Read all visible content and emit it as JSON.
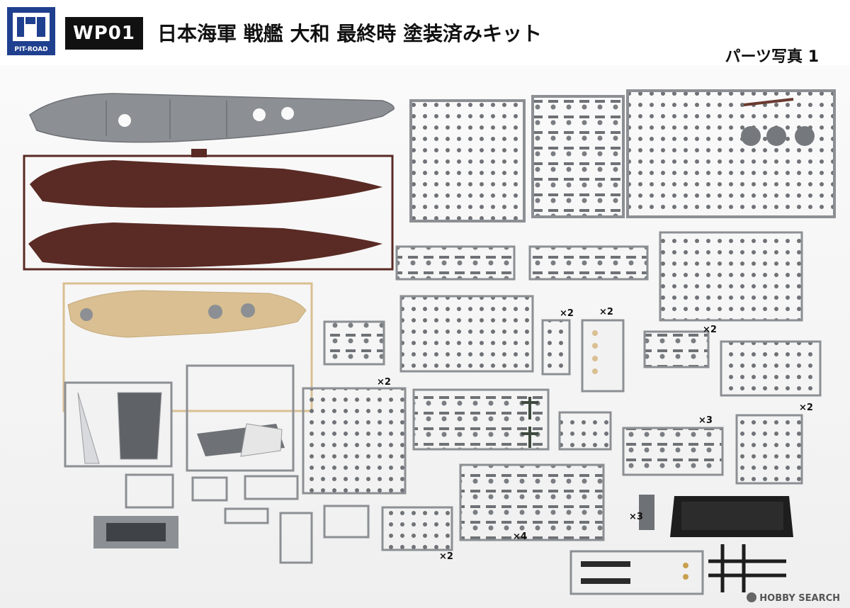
{
  "header": {
    "logo_text": "PIT-ROAD",
    "product_code": "WP01",
    "title": "日本海軍 戦艦 大和 最終時 塗装済みキット",
    "subtitle": "パーツ写真 1"
  },
  "multipliers": {
    "m1": "×2",
    "m2": "×2",
    "m3": "×2",
    "m4": "×2",
    "m5": "×3",
    "m6": "×2",
    "m7": "×3",
    "m8": "×2",
    "m9": "×4"
  },
  "watermark": "HOBBY SEARCH",
  "colors": {
    "sprue_gray": "#8c8f93",
    "hull_red": "#5a2a24",
    "deck_tan": "#d9bf92",
    "base_black": "#1e1e1e"
  }
}
